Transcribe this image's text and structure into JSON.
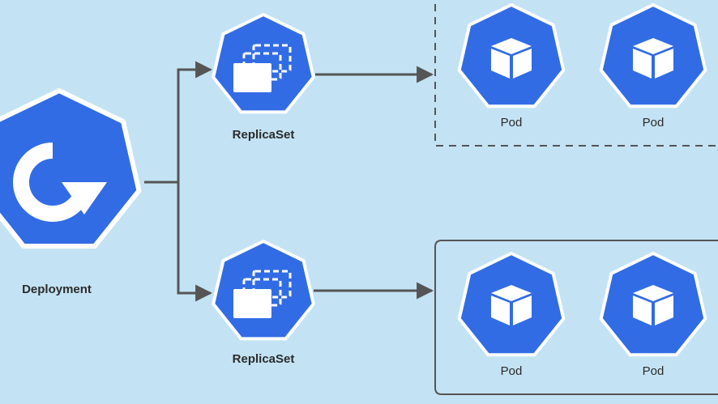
{
  "colors": {
    "background": "#c3e3f4",
    "node_fill": "#326ce5",
    "node_border": "#ffffff",
    "connector": "#555555",
    "label_text": "#2b2b2b"
  },
  "deployment": {
    "label": "Deployment",
    "icon": "rotate-clockwise-arrow-icon"
  },
  "replicasets": [
    {
      "label": "ReplicaSet",
      "icon": "stacked-rectangles-icon",
      "group_border": "dashed",
      "pods": [
        {
          "label": "Pod",
          "icon": "cube-icon"
        },
        {
          "label": "Pod",
          "icon": "cube-icon"
        }
      ]
    },
    {
      "label": "ReplicaSet",
      "icon": "stacked-rectangles-icon",
      "group_border": "solid",
      "pods": [
        {
          "label": "Pod",
          "icon": "cube-icon"
        },
        {
          "label": "Pod",
          "icon": "cube-icon"
        }
      ]
    }
  ]
}
